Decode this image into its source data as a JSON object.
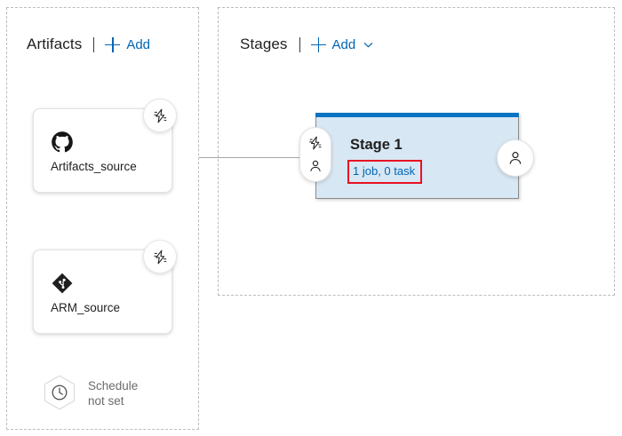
{
  "artifacts_panel": {
    "title": "Artifacts",
    "add_label": "Add",
    "plus_icon": "plus-icon",
    "cards": [
      {
        "name": "Artifacts_source",
        "icon": "github-icon",
        "trigger_icon": "lightning-bolt-icon"
      },
      {
        "name": "ARM_source",
        "icon": "azure-repos-git-icon",
        "trigger_icon": "lightning-bolt-icon"
      }
    ],
    "schedule": {
      "icon": "clock-icon",
      "label": "Schedule\nnot set"
    }
  },
  "stages_panel": {
    "title": "Stages",
    "add_label": "Add",
    "plus_icon": "plus-icon",
    "chevron_icon": "chevron-down-icon",
    "stages": [
      {
        "title": "Stage 1",
        "summary": "1 job, 0 task",
        "pre_deploy_icons": [
          "lightning-bolt-icon",
          "person-icon"
        ],
        "post_deploy_icon": "person-icon",
        "highlighted": true
      }
    ]
  },
  "colors": {
    "accent_blue": "#0a73c2",
    "link_blue": "#0065b3",
    "stage_fill": "#d7e7f4",
    "highlight_red": "#e81123",
    "panel_dash": "#bcbcbc",
    "muted_text": "#6b6b6b"
  }
}
